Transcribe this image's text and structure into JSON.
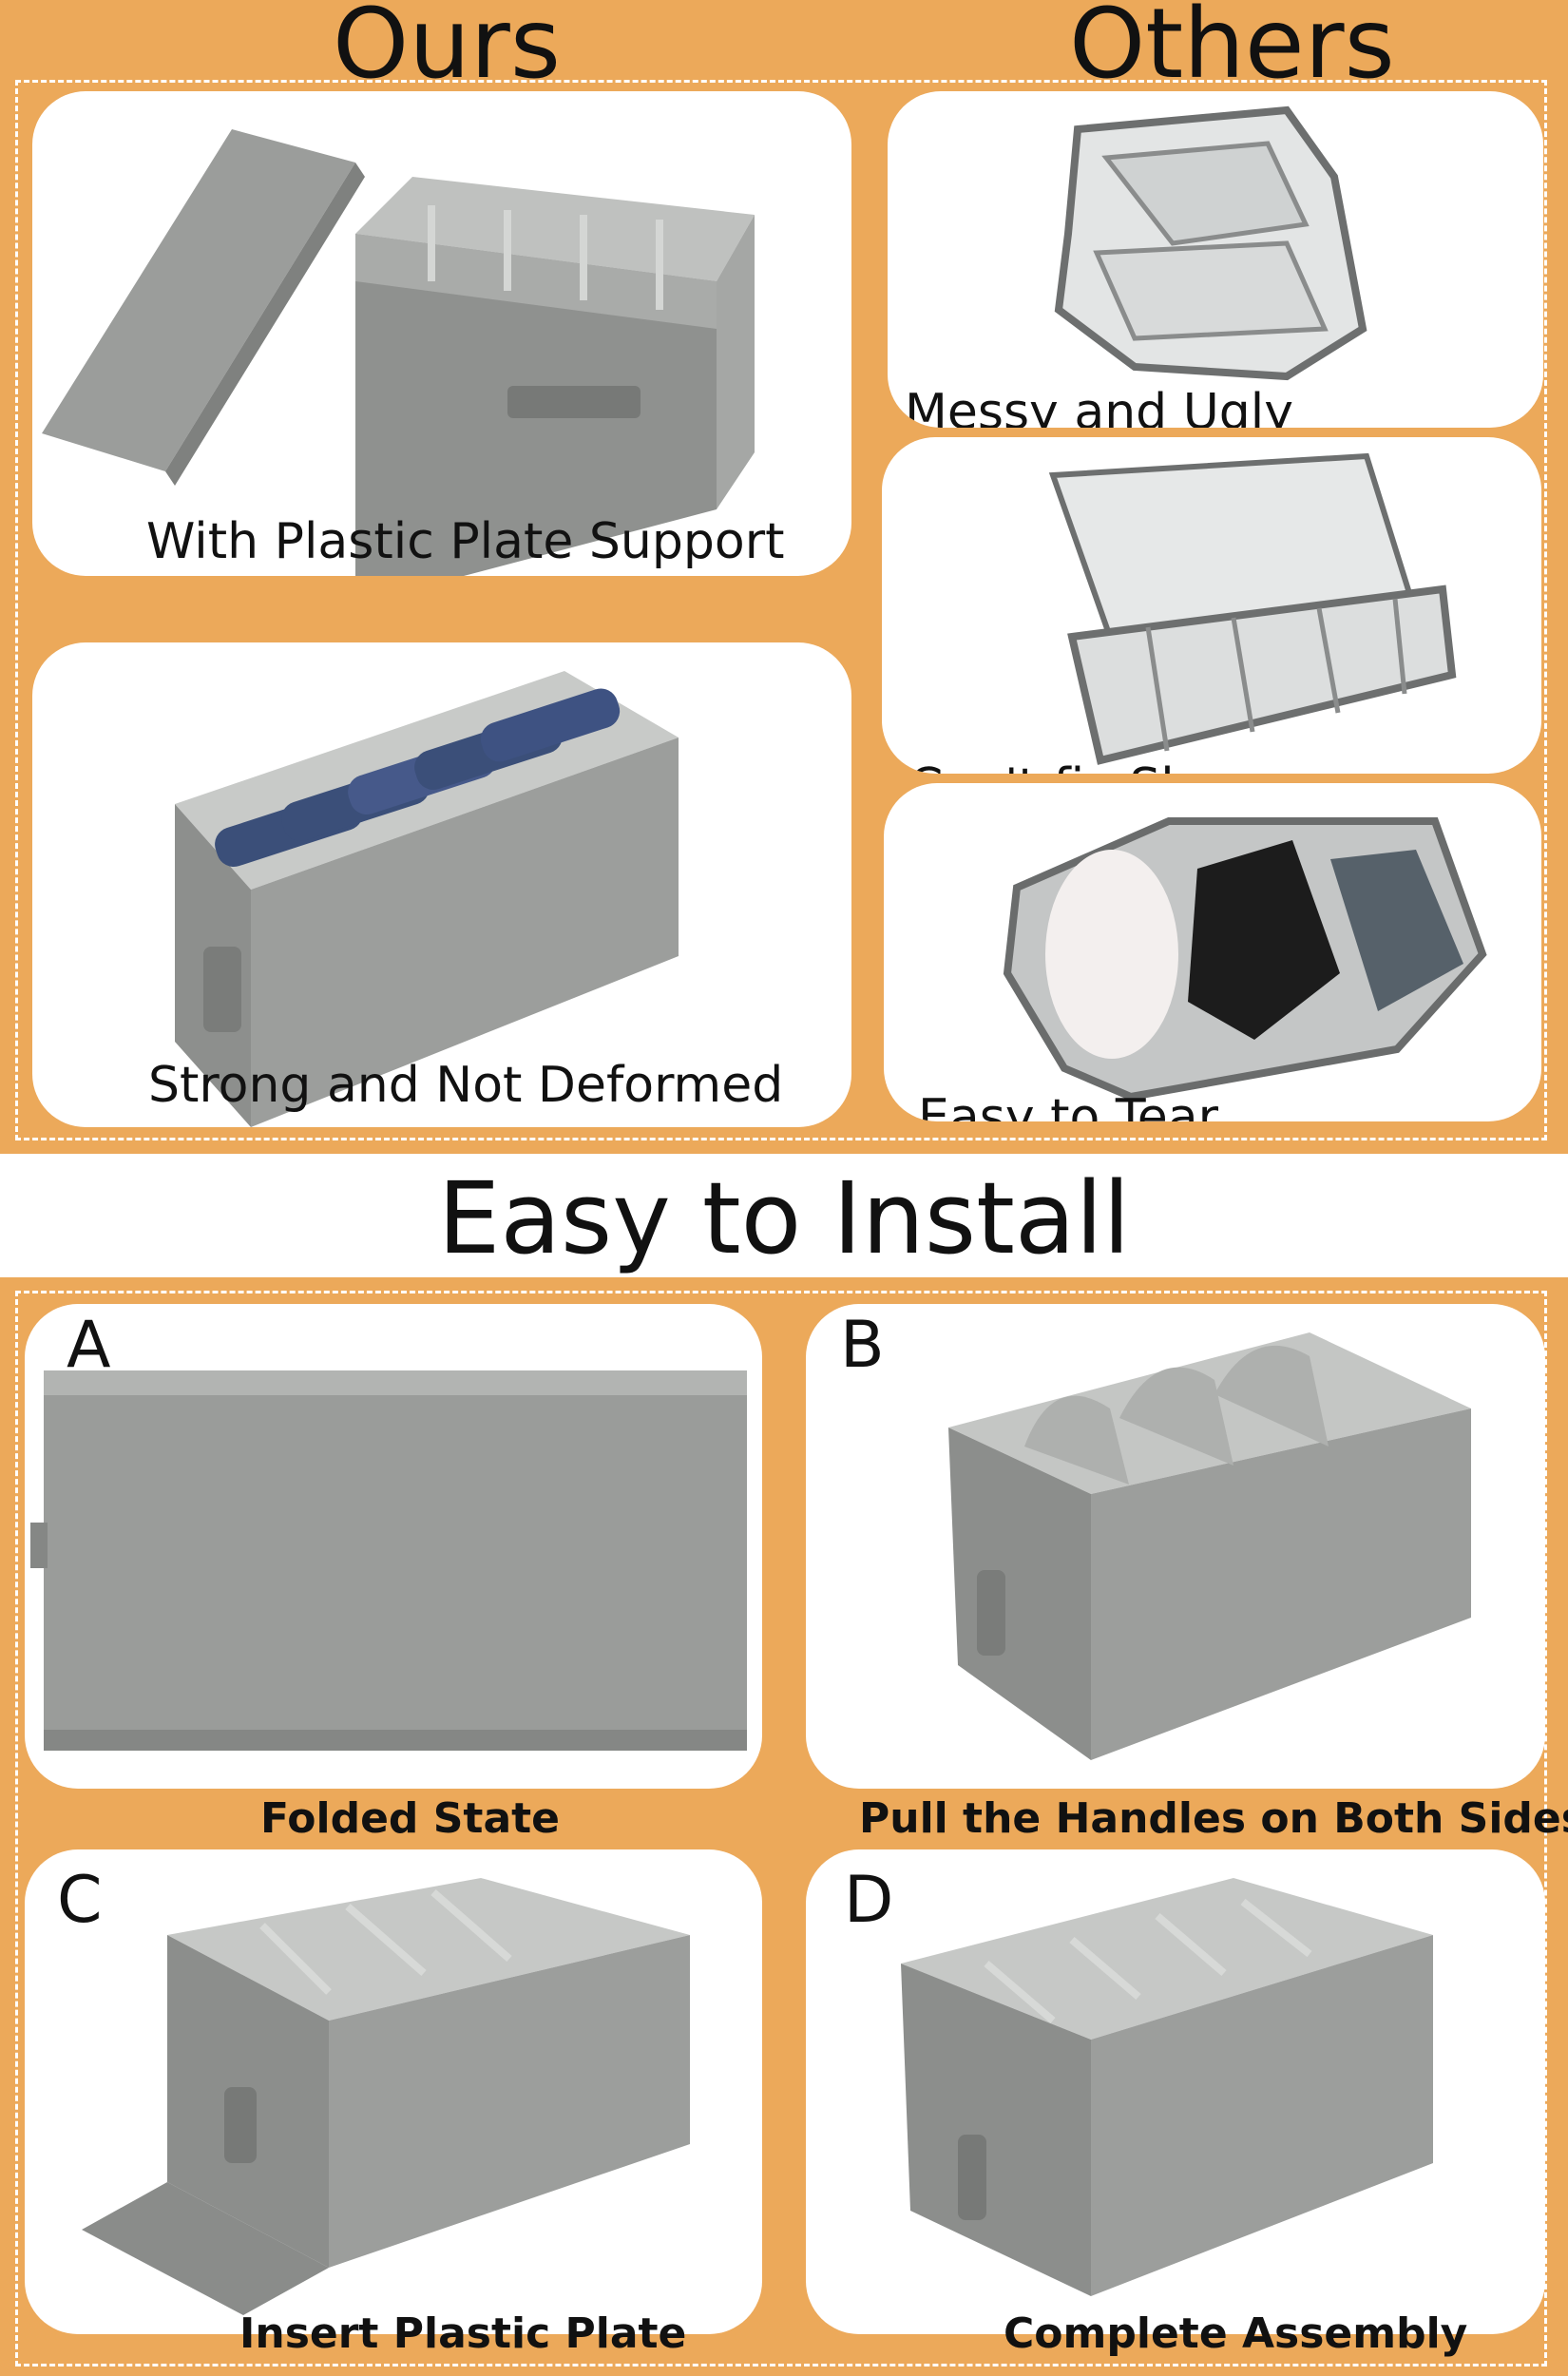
{
  "comparison": {
    "ours_heading": "Ours",
    "others_heading": "Others",
    "ours": [
      {
        "caption": "With Plastic Plate Support",
        "image": "gray-storage-box-with-lid-image"
      },
      {
        "caption": "Strong and Not Deformed",
        "image": "gray-storage-box-with-folded-jeans-image"
      }
    ],
    "others": [
      {
        "caption": "Messy and Ugly",
        "image": "collapsed-mesh-organizer-image"
      },
      {
        "caption": "Can't fix Shape",
        "image": "flattened-mesh-organizer-image"
      },
      {
        "caption": "Easy to Tear",
        "image": "overfilled-mesh-organizer-image"
      }
    ]
  },
  "install": {
    "title": "Easy to Install",
    "steps": [
      {
        "letter": "A",
        "caption": "Folded State",
        "image": "folded-storage-box-image"
      },
      {
        "letter": "B",
        "caption": "Pull the Handles on Both Sides",
        "image": "box-being-opened-image"
      },
      {
        "letter": "C",
        "caption": "Insert Plastic Plate",
        "image": "box-with-plate-inserted-image"
      },
      {
        "letter": "D",
        "caption": "Complete Assembly",
        "image": "assembled-storage-box-image"
      }
    ]
  },
  "colors": {
    "accent_orange": "#ECA95A",
    "card_white": "#FFFFFF",
    "box_gray": "#9C9E9C",
    "denim_blue": "#3B4F79"
  }
}
